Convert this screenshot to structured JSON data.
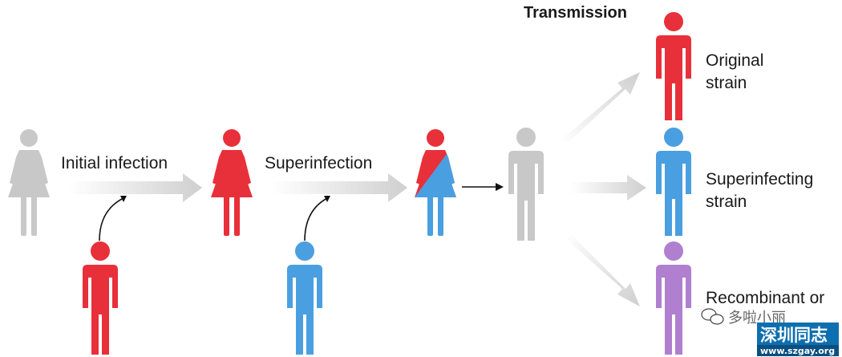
{
  "labels": {
    "initial_infection": "Initial infection",
    "superinfection": "Superinfection",
    "transmission": "Transmission",
    "original_strain_line1": "Original",
    "original_strain_line2": "strain",
    "superinfecting_strain_line1": "Superinfecting",
    "superinfecting_strain_line2": "strain",
    "recombinant_line1": "Recombinant or"
  },
  "colors": {
    "uninfected": "#c8c8c8",
    "original_strain": "#e8303a",
    "superinfecting_strain": "#4a9fe0",
    "recombinant": "#b07fd0",
    "arrow": "#d4d4d4",
    "pointer": "#111111"
  },
  "watermark": {
    "caption": "多啦小丽",
    "brand": "深圳同志",
    "url": "www.szgay.org"
  }
}
